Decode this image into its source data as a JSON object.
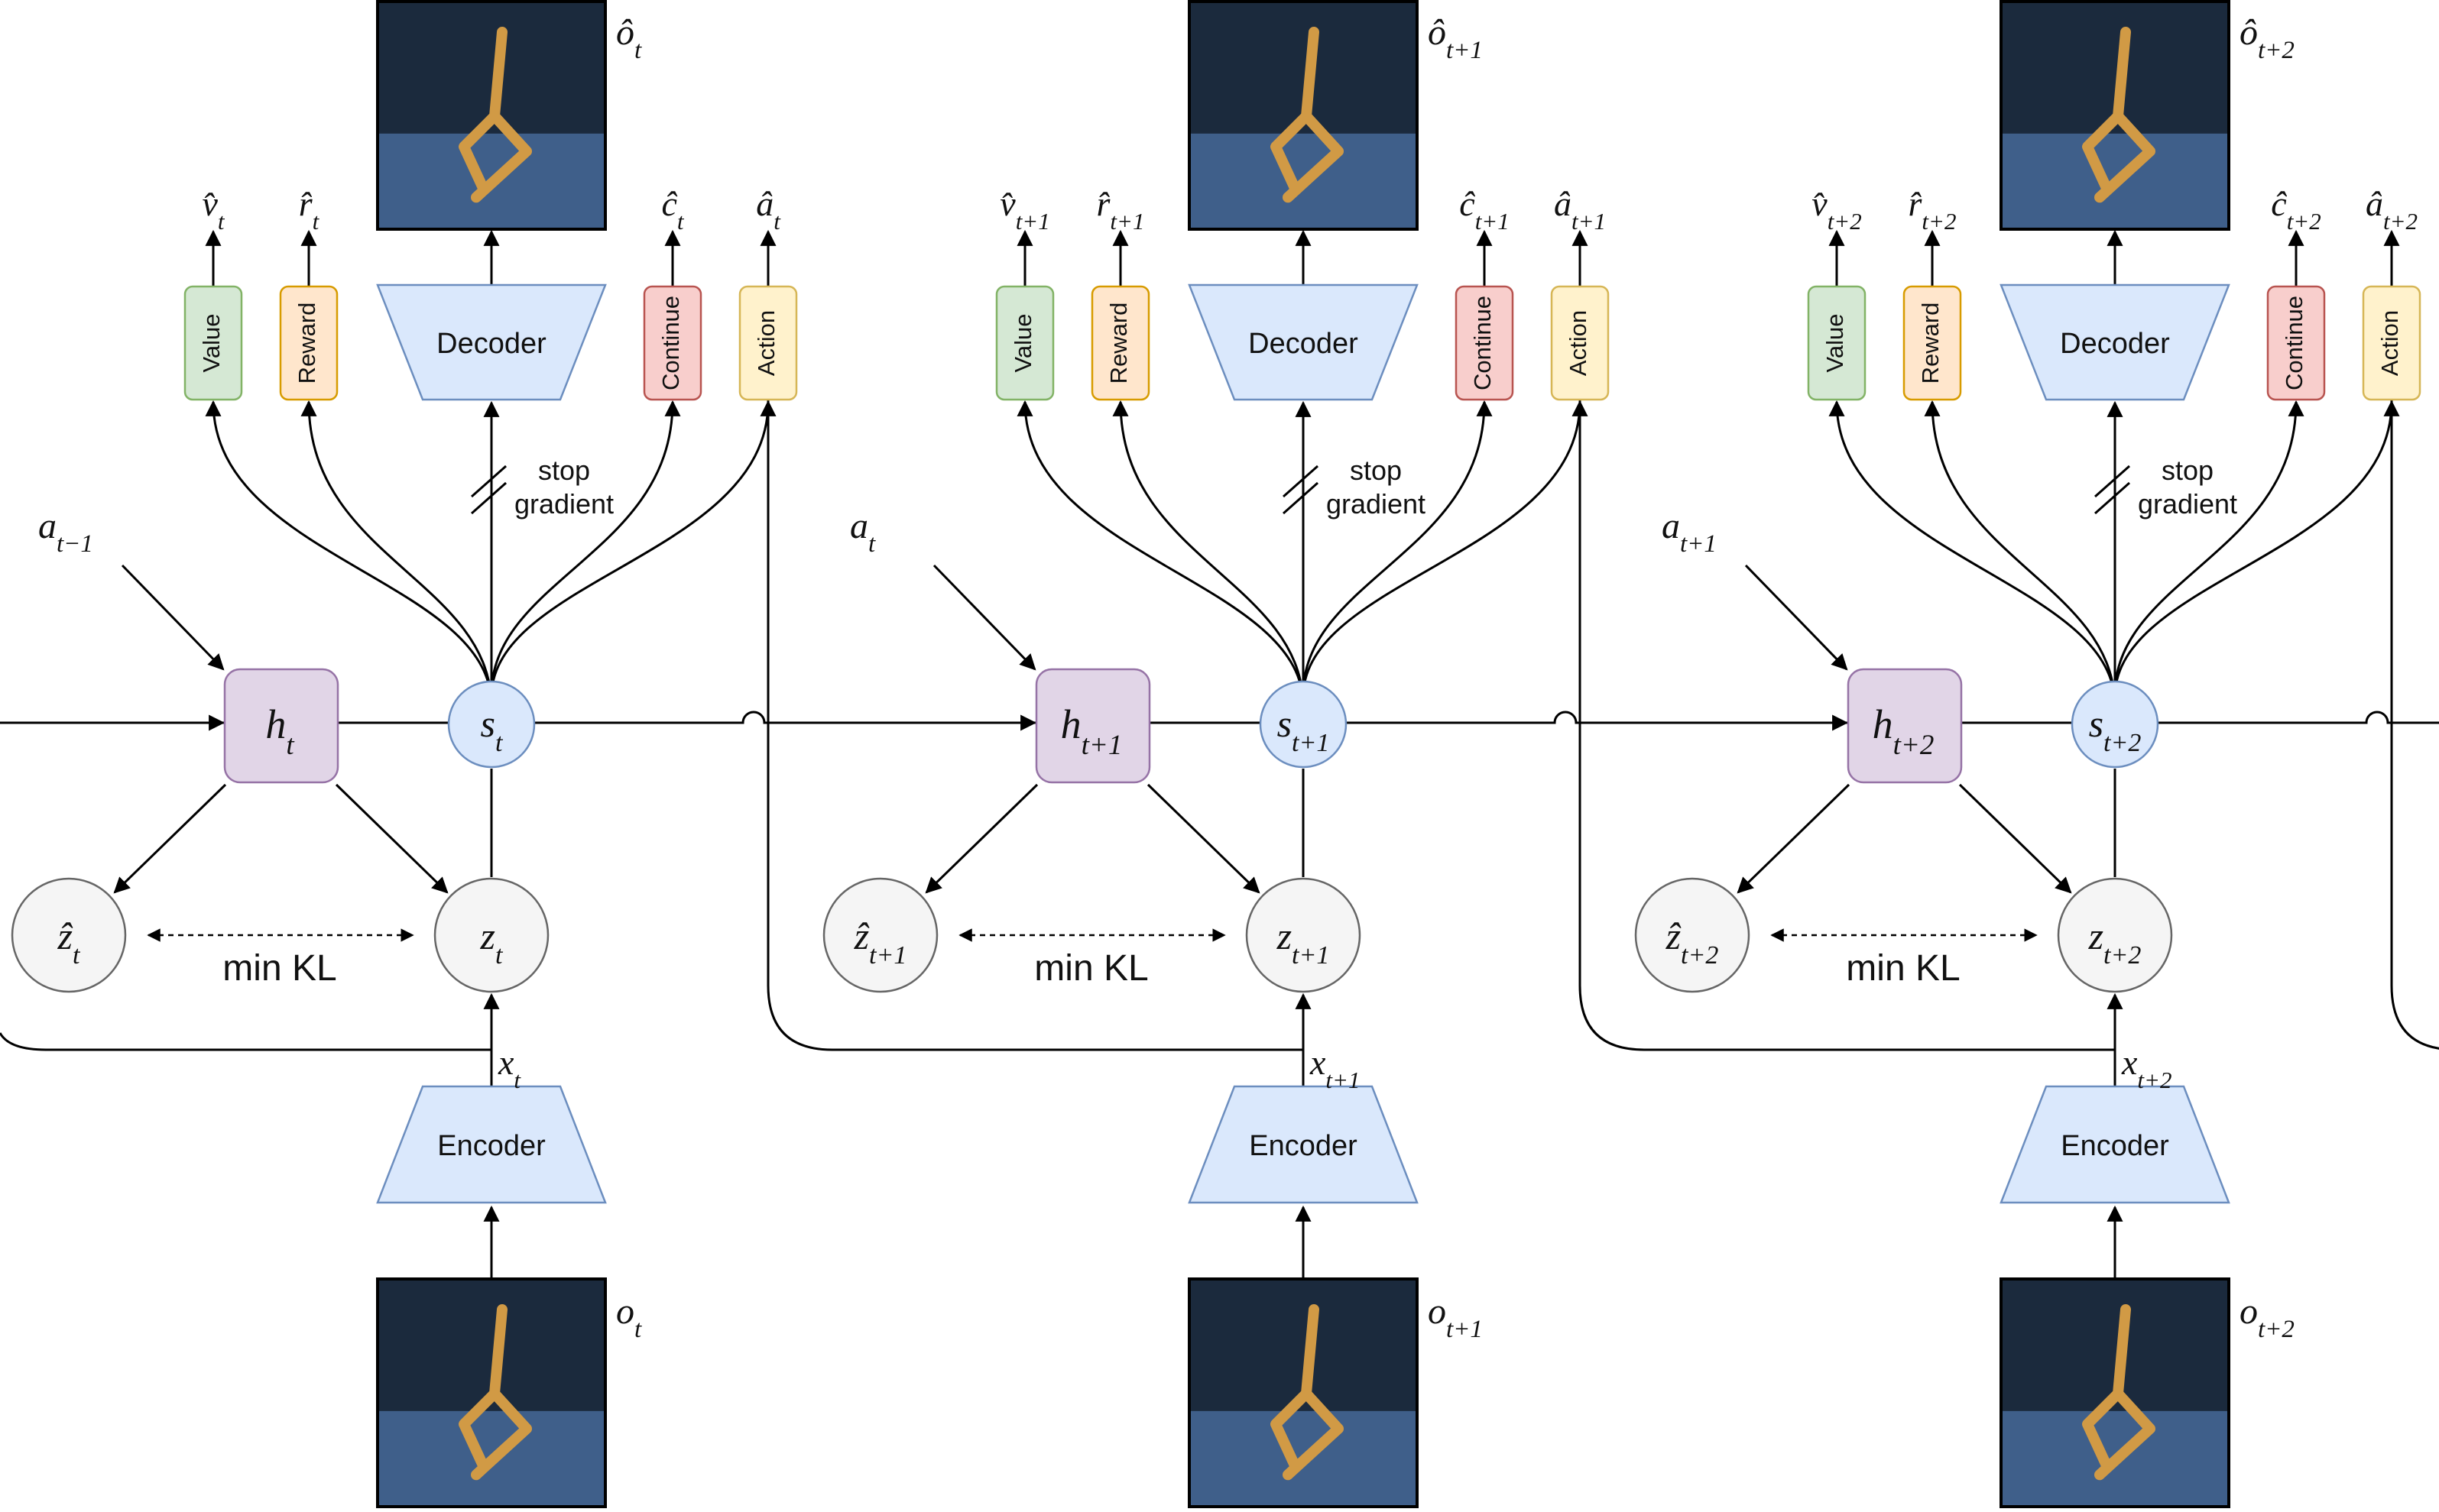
{
  "colors": {
    "value": {
      "fill": "#d5e8d4",
      "stroke": "#82b366"
    },
    "reward": {
      "fill": "#ffe6cc",
      "stroke": "#d79b00"
    },
    "continue": {
      "fill": "#f8cecc",
      "stroke": "#b85450"
    },
    "action": {
      "fill": "#fff2cc",
      "stroke": "#d6b656"
    },
    "coder": {
      "fill": "#dae8fc",
      "stroke": "#6c8ebf"
    },
    "h": {
      "fill": "#e1d5e7",
      "stroke": "#9673a6"
    },
    "s": {
      "fill": "#dae8fc",
      "stroke": "#6c8ebf"
    },
    "z": {
      "fill": "#f5f5f5",
      "stroke": "#666666"
    },
    "frame": {
      "sky": "#1b2a3d",
      "floor": "#3f5f8a",
      "body": "#d19a45"
    }
  },
  "labels": {
    "value": "Value",
    "reward": "Reward",
    "decoder": "Decoder",
    "continue": "Continue",
    "action": "Action",
    "encoder": "Encoder",
    "stop": "stop",
    "gradient": "gradient",
    "min_kl": "min KL"
  },
  "timesteps": [
    {
      "sub": "t",
      "action_sub": "t−1",
      "o_hat": "ô",
      "v_hat": "v̂",
      "r_hat": "r̂",
      "c_hat": "ĉ",
      "a_hat": "â",
      "a": "a",
      "h": "h",
      "s": "s",
      "z": "z",
      "z_hat": "ẑ",
      "x": "x",
      "o": "o"
    },
    {
      "sub": "t+1",
      "action_sub": "t",
      "o_hat": "ô",
      "v_hat": "v̂",
      "r_hat": "r̂",
      "c_hat": "ĉ",
      "a_hat": "â",
      "a": "a",
      "h": "h",
      "s": "s",
      "z": "z",
      "z_hat": "ẑ",
      "x": "x",
      "o": "o"
    },
    {
      "sub": "t+2",
      "action_sub": "t+1",
      "o_hat": "ô",
      "v_hat": "v̂",
      "r_hat": "r̂",
      "c_hat": "ĉ",
      "a_hat": "â",
      "a": "a",
      "h": "h",
      "s": "s",
      "z": "z",
      "z_hat": "ẑ",
      "x": "x",
      "o": "o"
    }
  ]
}
